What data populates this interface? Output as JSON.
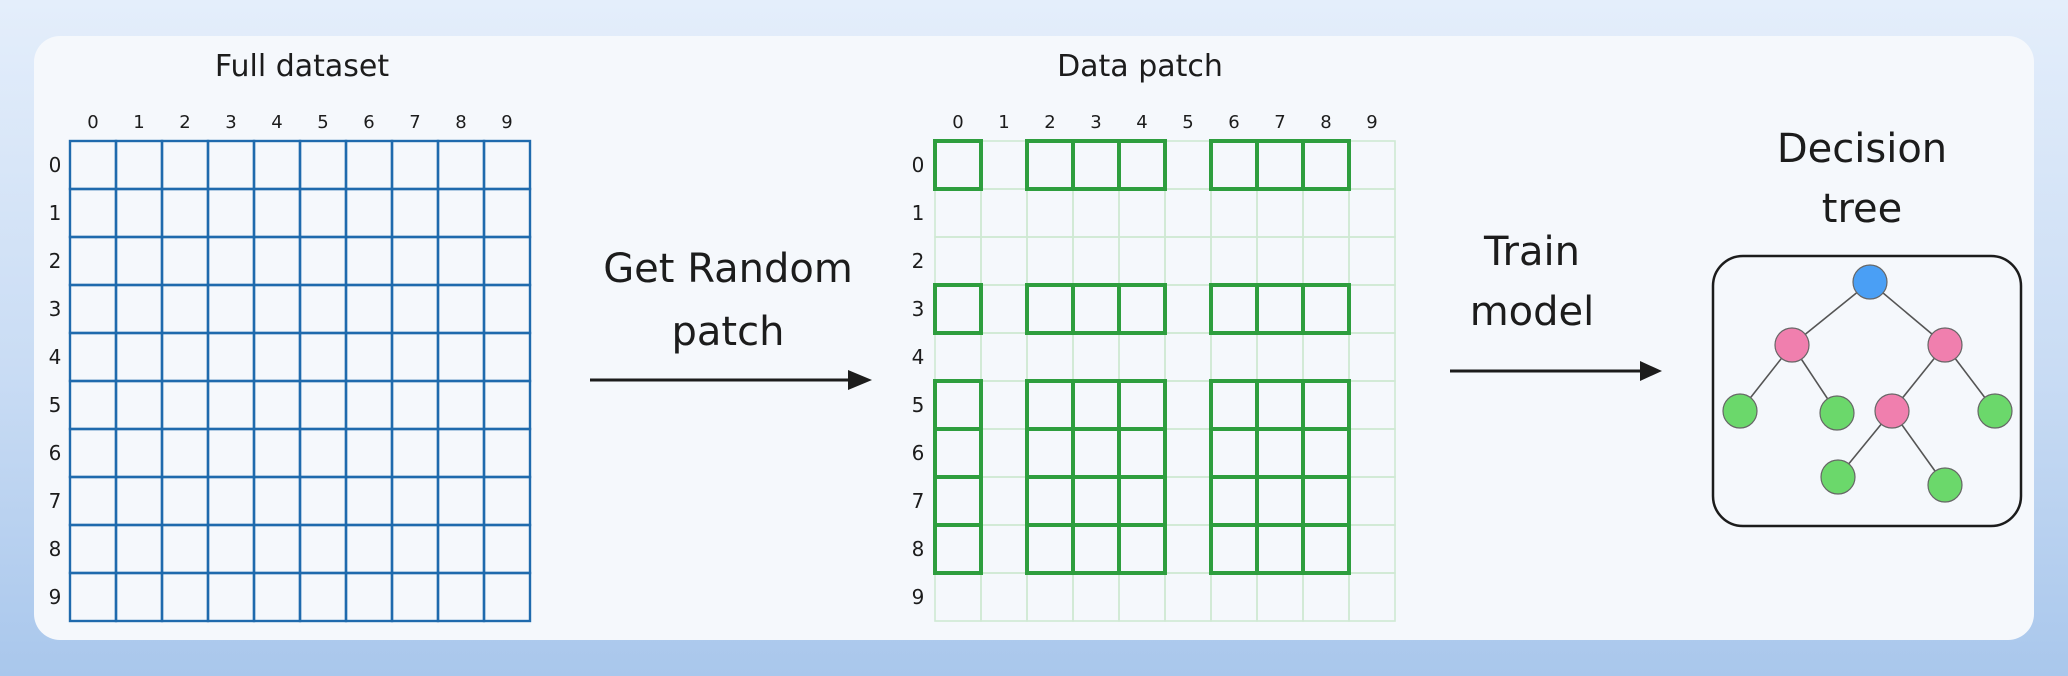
{
  "panel1": {
    "title": "Full dataset",
    "col_labels": [
      "0",
      "1",
      "2",
      "3",
      "4",
      "5",
      "6",
      "7",
      "8",
      "9"
    ],
    "row_labels": [
      "0",
      "1",
      "2",
      "3",
      "4",
      "5",
      "6",
      "7",
      "8",
      "9"
    ],
    "grid_color": "#1f6aad"
  },
  "arrow1": {
    "label_line1": "Get Random",
    "label_line2": "patch"
  },
  "panel2": {
    "title": "Data patch",
    "col_labels": [
      "0",
      "1",
      "2",
      "3",
      "4",
      "5",
      "6",
      "7",
      "8",
      "9"
    ],
    "row_labels": [
      "0",
      "1",
      "2",
      "3",
      "4",
      "5",
      "6",
      "7",
      "8",
      "9"
    ],
    "selected_cols": [
      0,
      2,
      3,
      4,
      6,
      7,
      8
    ],
    "selected_rows": [
      0,
      3,
      5,
      6,
      7,
      8
    ],
    "selected_color": "#2e9e3e",
    "faint_color": "#cfe9d3"
  },
  "arrow2": {
    "label_line1": "Train",
    "label_line2": "model"
  },
  "tree": {
    "title_line1": "Decision",
    "title_line2": "tree",
    "root_color": "#4a9ff5",
    "split_color": "#f07fae",
    "leaf_color": "#6bd86b"
  }
}
